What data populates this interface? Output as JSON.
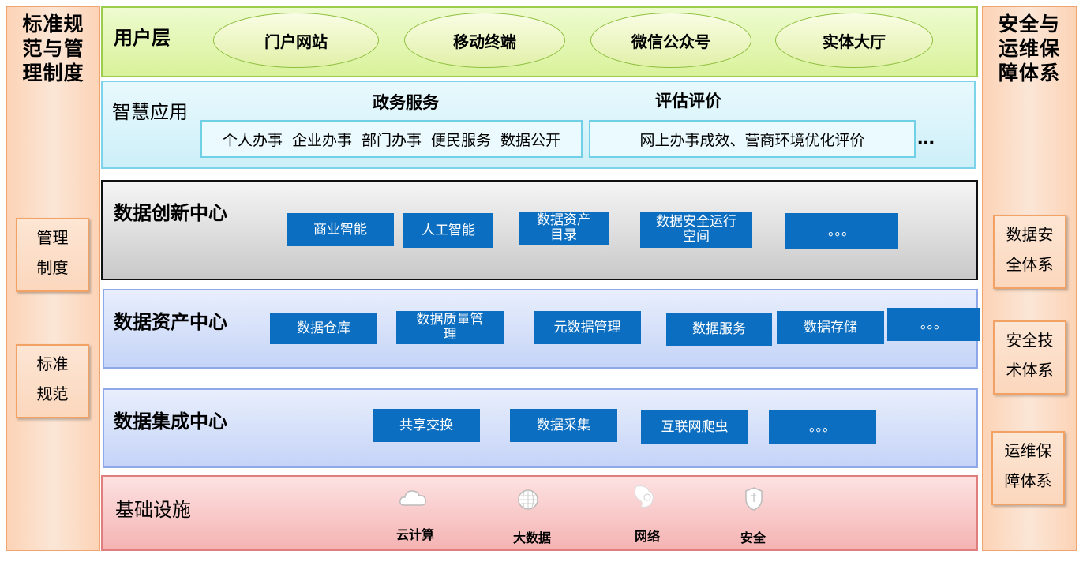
{
  "left_column": {
    "title_lines": [
      "标准规",
      "范与管",
      "理制度"
    ],
    "boxes": [
      {
        "lines": [
          "管理",
          "制度"
        ]
      },
      {
        "lines": [
          "标准",
          "规范"
        ]
      }
    ]
  },
  "right_column": {
    "title_lines": [
      "安全与",
      "运维保",
      "障体系"
    ],
    "boxes": [
      {
        "lines": [
          "数据安",
          "全体系"
        ]
      },
      {
        "lines": [
          "安全技",
          "术体系"
        ]
      },
      {
        "lines": [
          "运维保",
          "障体系"
        ]
      }
    ]
  },
  "user_layer": {
    "title": "用户层",
    "items": [
      "门户网站",
      "移动终端",
      "微信公众号",
      "实体大厅"
    ]
  },
  "smart_app": {
    "title": "智慧应用",
    "gov_service": {
      "header": "政务服务",
      "items": [
        "个人办事",
        "企业办事",
        "部门办事",
        "便民服务",
        "数据公开"
      ]
    },
    "evaluation": {
      "header": "评估评价",
      "text": "网上办事成效、营商环境优化评价"
    },
    "ellipsis": "…"
  },
  "innovation": {
    "title": "数据创新中心",
    "items": [
      "商业智能",
      "人工智能",
      [
        "数据资产",
        "目录"
      ],
      [
        "数据安全运行",
        "空间"
      ],
      "。。。"
    ]
  },
  "assets": {
    "title": "数据资产中心",
    "items": [
      "数据仓库",
      [
        "数据质量管",
        "理"
      ],
      "元数据管理",
      "数据服务",
      "数据存储",
      "。。。"
    ]
  },
  "integration": {
    "title": "数据集成中心",
    "items": [
      "共享交换",
      "数据采集",
      "互联网爬虫",
      "。。。"
    ]
  },
  "infrastructure": {
    "title": "基础设施",
    "items": [
      {
        "label": "云计算",
        "icon": "cloud-icon"
      },
      {
        "label": "大数据",
        "icon": "big-data-icon"
      },
      {
        "label": "网络",
        "icon": "network-icon"
      },
      {
        "label": "安全",
        "icon": "shield-icon"
      }
    ]
  },
  "colors": {
    "button_blue": "#0b6ec0",
    "user_layer_green": "#dff5a6",
    "app_layer_cyan": "#d6f3fb",
    "innovation_gray": "#d9d9d9",
    "asset_blue": "#cfdcfa",
    "infra_pink": "#f9c8c8",
    "side_orange": "#fcd3b6"
  }
}
